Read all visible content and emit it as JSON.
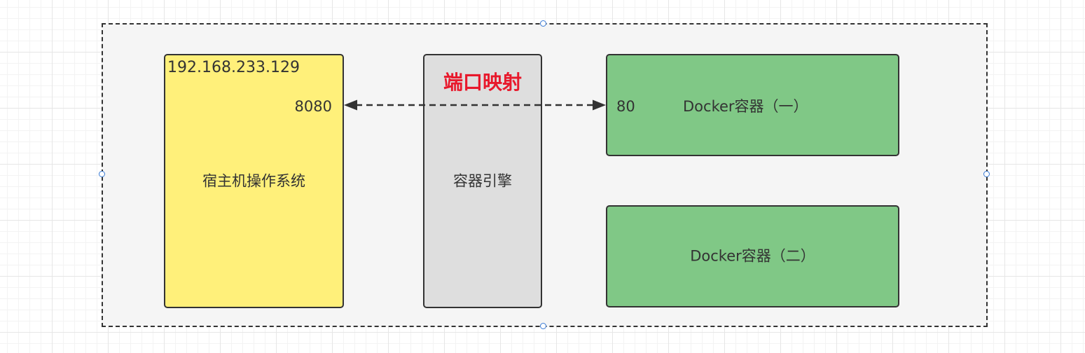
{
  "diagram": {
    "host": {
      "ip": "192.168.233.129",
      "port": "8080",
      "title": "宿主机操作系统"
    },
    "engine": {
      "title": "容器引擎",
      "mapping_label": "端口映射"
    },
    "docker1": {
      "port": "80",
      "title": "Docker容器（一）"
    },
    "docker2": {
      "title": "Docker容器（二）"
    }
  },
  "colors": {
    "host_fill": "#fff07a",
    "engine_fill": "#dedede",
    "docker_fill": "#80c886",
    "mapping_text": "#e8192c",
    "border": "#333333",
    "selection_handle": "#3a7bd5"
  }
}
